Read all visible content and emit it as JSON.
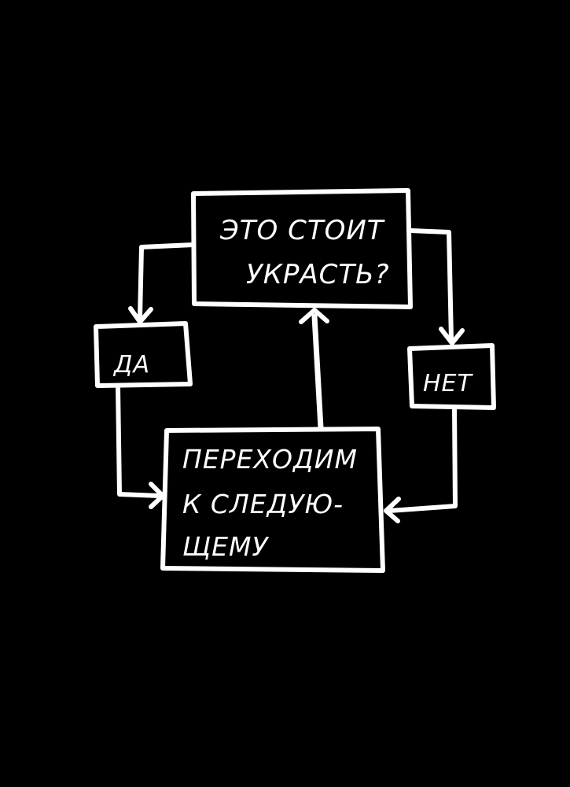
{
  "diagram": {
    "question": {
      "line1": "ЭТО СТОИТ",
      "line2": "УКРАСТЬ?"
    },
    "yes_label": "ДА",
    "no_label": "НЕТ",
    "next": {
      "line1": "ПЕРЕХОДИМ",
      "line2": "К СЛЕДУЮ-",
      "line3": "ЩЕМУ"
    }
  },
  "colors": {
    "background": "#000000",
    "stroke": "#ffffff"
  }
}
